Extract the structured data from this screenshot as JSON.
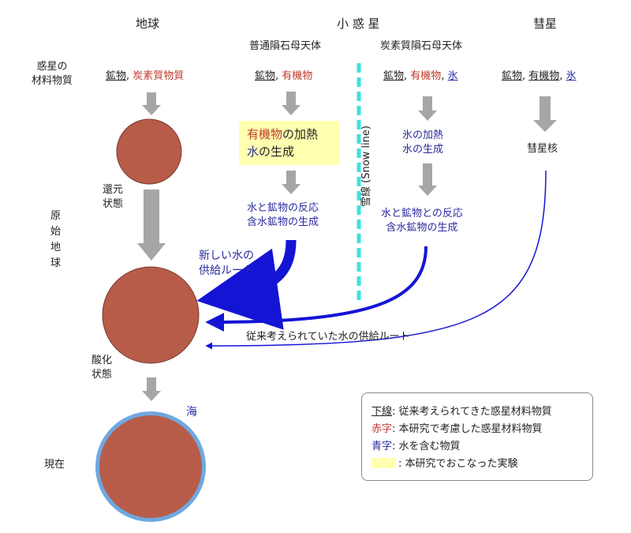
{
  "headers": {
    "earth": "地球",
    "asteroid": "小 惑 星",
    "comet": "彗星",
    "ordinary_chondrite": "普通隕石母天体",
    "carbonaceous_chondrite": "炭素質隕石母天体"
  },
  "row_labels": {
    "materials": "惑星の材料物質",
    "materials_line1": "惑星の",
    "materials_line2": "材料物質",
    "primitive_earth": [
      "原",
      "始",
      "地",
      "球"
    ],
    "present": "現在"
  },
  "materials": {
    "earth_mineral": "鉱物",
    "earth_sep": ",",
    "earth_carbon": "炭素質物質",
    "oc_mineral": "鉱物",
    "oc_sep": ",",
    "oc_organic": "有機物",
    "cc_mineral": "鉱物",
    "cc_sep1": ",",
    "cc_organic": "有機物",
    "cc_sep2": ",",
    "cc_water": "氷",
    "comet_mineral": "鉱物",
    "comet_sep1": ",",
    "comet_organic": "有機物",
    "comet_sep2": ",",
    "comet_water": "氷"
  },
  "states": {
    "reduced_1": "還元",
    "reduced_2": "状態",
    "oxidized_1": "酸化",
    "oxidized_2": "状態",
    "ocean": "海"
  },
  "processes": {
    "oc_heat_organic": "有機物",
    "oc_heat_suffix": "の加熱",
    "oc_water_gen_water": "水",
    "oc_water_gen_suffix": "の生成",
    "oc_react_line1": "水と鉱物の反応",
    "oc_react_line2": "含水鉱物の生成",
    "cc_ice_line1": "氷の加熱",
    "cc_ice_line2": "水の生成",
    "cc_react_line1": "水と鉱物との反応",
    "cc_react_line2": "含水鉱物の生成",
    "comet_nucleus": "彗星核"
  },
  "snow_line": "雪線 (Snow line)",
  "routes": {
    "new_line1": "新しい水の",
    "new_line2": "供給ルート",
    "conventional": "従来考えられていた水の供給ルート"
  },
  "legend": {
    "underline_key": "下線",
    "underline_text": ": 従来考えられてきた惑星材料物質",
    "red_key": "赤字",
    "red_text": ": 本研究で考慮した惑星材料物質",
    "blue_key": "青字",
    "blue_text": ": 水を含む物質",
    "swatch_text": ": 本研究でおこなった実験"
  },
  "colors": {
    "planet": "#b85c4a",
    "ocean": "#6fa8e0",
    "red_text": "#c0392b",
    "blue_text": "#2a2aa0",
    "arrow_gray": "#a6a6a6",
    "route_blue": "#1414d4",
    "snow_line": "#3ee0e0",
    "highlight": "#ffffb0"
  }
}
